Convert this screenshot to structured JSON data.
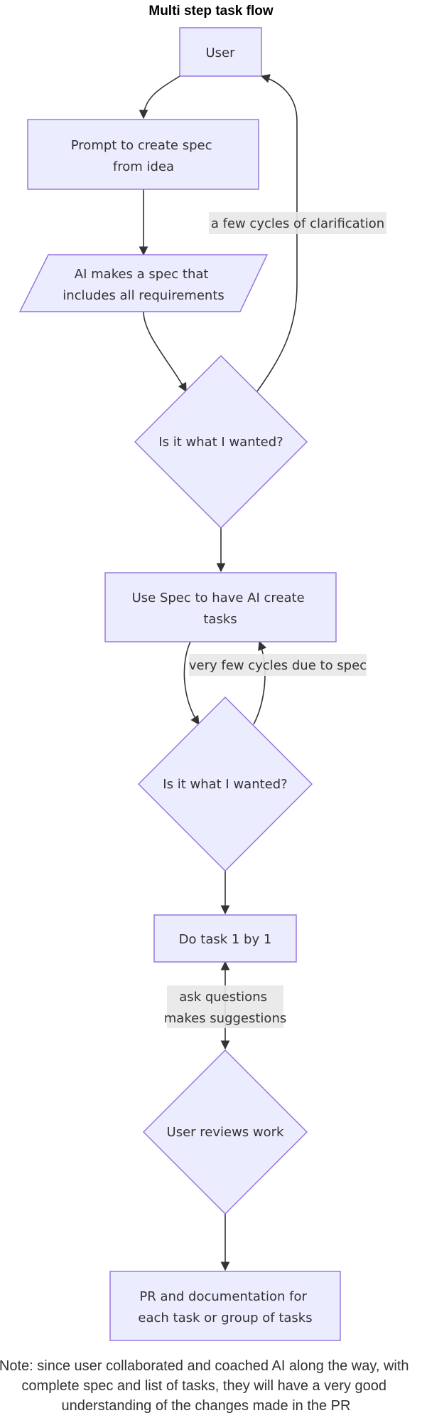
{
  "diagram": {
    "title": "Multi step task flow",
    "nodes": {
      "user": {
        "lines": [
          "User"
        ]
      },
      "prompt": {
        "lines": [
          "Prompt to create spec",
          "from idea"
        ]
      },
      "ai_spec": {
        "lines": [
          "AI makes a spec that",
          "includes all requirements"
        ]
      },
      "check1": {
        "lines": [
          "Is it what I wanted?"
        ]
      },
      "tasks": {
        "lines": [
          "Use Spec to have AI create",
          "tasks"
        ]
      },
      "check2": {
        "lines": [
          "Is it what I wanted?"
        ]
      },
      "do_task": {
        "lines": [
          "Do task 1 by 1"
        ]
      },
      "review": {
        "lines": [
          "User reviews work"
        ]
      },
      "pr": {
        "lines": [
          "PR and documentation for",
          "each task or group of tasks"
        ]
      }
    },
    "edge_labels": {
      "clarification": [
        "a few cycles of clarification"
      ],
      "few_cycles": [
        "very few cycles due to spec"
      ],
      "questions": [
        "ask questions",
        "makes suggestions"
      ]
    },
    "note": [
      "Note: since user collaborated and coached AI along the way, with",
      "complete spec and list of tasks, they will have a very good",
      "understanding of the changes made in the PR"
    ]
  },
  "colors": {
    "node_fill": "#ececff",
    "node_stroke": "#9370db",
    "edge": "#333333",
    "label_bg": "#e8e8e8"
  }
}
